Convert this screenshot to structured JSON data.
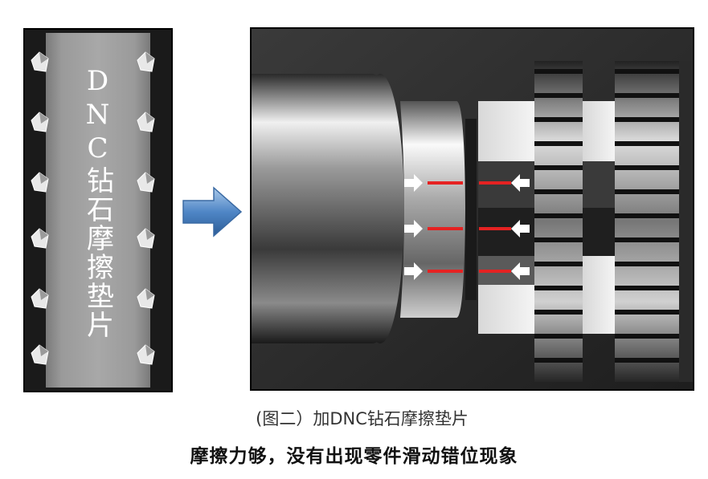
{
  "pad_label": "DNC钻石摩擦垫片",
  "caption": "(图二）加DNC钻石摩擦垫片",
  "conclusion": "摩擦力够，没有出现零件滑动错位现象",
  "colors": {
    "pressure_line": "#e52222",
    "flow_arrow": "#4f86c6"
  },
  "icons": [
    "diamond-particle-icon",
    "right-arrow-icon",
    "pressure-arrow-icon"
  ]
}
